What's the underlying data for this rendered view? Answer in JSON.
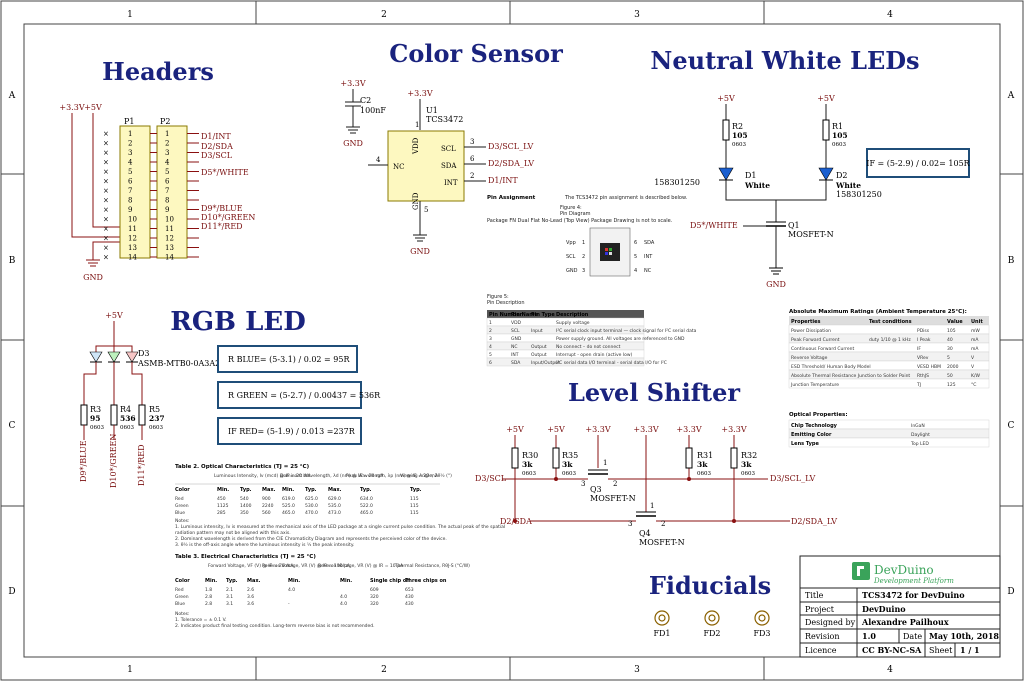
{
  "frame": {
    "cols": [
      "1",
      "2",
      "3",
      "4"
    ],
    "rows": [
      "A",
      "B",
      "C",
      "D"
    ]
  },
  "sections": {
    "headers": "Headers",
    "color_sensor": "Color Sensor",
    "neutral_white": "Neutral White LEDs",
    "rgb_led": "RGB LED",
    "level_shifter": "Level Shifter",
    "fiducials": "Fiducials"
  },
  "nets": {
    "v33": "+3.3V",
    "v5": "+5V",
    "gnd": "GND",
    "d1_int": "D1/INT",
    "d2_sda": "D2/SDA",
    "d3_scl": "D3/SCL",
    "d5_white": "D5*/WHITE",
    "d9_blue": "D9*/BLUE",
    "d10_green": "D10*/GREEN",
    "d11_red": "D11*/RED",
    "d3_scl_lv": "D3/SCL_LV",
    "d2_sda_lv": "D2/SDA_LV",
    "d1_int_sensor": "D1/INT"
  },
  "headers": {
    "p1": "P1",
    "p2": "P2",
    "pins": [
      "1",
      "2",
      "3",
      "4",
      "5",
      "6",
      "7",
      "8",
      "9",
      "10",
      "11",
      "12",
      "13",
      "14"
    ]
  },
  "sensor": {
    "ref": "U1",
    "part": "TCS3472",
    "pins": {
      "vdd": "VDD",
      "scl": "SCL",
      "sda": "SDA",
      "int": "INT",
      "nc": "NC",
      "gnd": "GND"
    },
    "pin_numbers": {
      "vdd": "1",
      "scl": "3",
      "sda": "6",
      "int": "2",
      "nc": "4",
      "gnd": "5"
    },
    "cap_ref": "C2",
    "cap_val": "100nF"
  },
  "white_leds": {
    "r2_ref": "R2",
    "r2_val": "105",
    "r1_ref": "R1",
    "r1_val": "105",
    "pkg": "0603",
    "d1_ref": "D1",
    "d1_color": "White",
    "d2_ref": "D2",
    "d2_color": "White",
    "part": "158301250",
    "q1_ref": "Q1",
    "q1_part": "MOSFET-N",
    "formula": "IF = (5-2.9) / 0.02= 105R"
  },
  "rgb": {
    "d3_ref": "D3",
    "d3_part": "ASMB-MTB0-0A3A2",
    "r3_ref": "R3",
    "r3_val": "95",
    "r4_ref": "R4",
    "r4_val": "536",
    "r5_ref": "R5",
    "r5_val": "237",
    "pkg": "0603",
    "f_blue": "R BLUE= (5-3.1) / 0.02 = 95R",
    "f_green": "R GREEN = (5-2.7) / 0.00437 = 536R",
    "f_red": "IF RED= (5-1.9) / 0.013 =237R"
  },
  "shifter": {
    "r30": "R30",
    "r35": "R35",
    "r31": "R31",
    "r32": "R32",
    "rval": "3k",
    "pkg": "0603",
    "q3": "Q3",
    "q4": "Q4",
    "mosfet": "MOSFET-N",
    "p1": "1",
    "p2": "2",
    "p3": "3"
  },
  "fiducials": [
    "FD1",
    "FD2",
    "FD3"
  ],
  "pin_assignment": {
    "title": "Pin Assignment",
    "intro": "The TCS3472 pin assignment is described below.",
    "fig1": "Figure 4:",
    "fig1b": "Pin Diagram",
    "pkg_note": "Package FN Dual Flat No-Lead (Top View) Package Drawing is not to scale.",
    "fig2": "Figure 5:",
    "fig2b": "Pin Description",
    "headers": [
      "Pin Number",
      "Pin Name",
      "Pin Type",
      "Description"
    ],
    "rows": [
      [
        "1",
        "VDD",
        "",
        "Supply voltage"
      ],
      [
        "2",
        "SCL",
        "Input",
        "I²C serial clock input terminal — clock signal for I²C serial data"
      ],
      [
        "3",
        "GND",
        "",
        "Power supply ground. All voltages are referenced to GND"
      ],
      [
        "4",
        "NC",
        "Output",
        "No connect – do not connect"
      ],
      [
        "5",
        "INT",
        "Output",
        "Interrupt - open drain (active low)"
      ],
      [
        "6",
        "SDA",
        "Input/Output",
        "I²C serial data I/O terminal - serial data I/O for I²C"
      ]
    ],
    "chip_left": [
      "Vpp",
      "SCL",
      "GND"
    ],
    "chip_right": [
      "SDA",
      "INT",
      "NC"
    ],
    "chip_left_n": [
      "1",
      "2",
      "3"
    ],
    "chip_right_n": [
      "6",
      "5",
      "4"
    ]
  },
  "abs_max": {
    "title": "Absolute Maximum Ratings (Ambient Temperature 25°C):",
    "headers": [
      "Properties",
      "Test conditions",
      "",
      "Value",
      "Unit"
    ],
    "rows": [
      [
        "Power Dissipation",
        "",
        "PDiss",
        "105",
        "mW"
      ],
      [
        "Peak Forward Current",
        "duty 1/10 @ 1 kHz",
        "I Peak",
        "40",
        "mA"
      ],
      [
        "Continuous Forward Current",
        "",
        "IF",
        "30",
        "mA"
      ],
      [
        "Reverse Voltage",
        "",
        "VRev",
        "5",
        "V"
      ],
      [
        "ESD Threshold/ Human Body Model",
        "",
        "VESD HBM",
        "2000",
        "V"
      ],
      [
        "Absolute Thermal Resistance Junction to Solder Point",
        "",
        "RthJS",
        "50",
        "K/W"
      ],
      [
        "Junction Temperature",
        "",
        "TJ",
        "125",
        "°C"
      ]
    ],
    "opt_title": "Optical Properties:",
    "opt_rows": [
      [
        "Chip Technology",
        "InGaN"
      ],
      [
        "Emitting Color",
        "Daylight"
      ],
      [
        "Lens Type",
        "Top LED"
      ]
    ]
  },
  "table2": {
    "title": "Table 2. Optical Characteristics (TJ = 25 °C)",
    "groups": [
      "Luminous Intensity, Iv (mcd) @ IF = 20 mA",
      "Dominant Wavelength, λd (nm) @ IF = 20 mA",
      "Peak Wavelength, λp (nm) @ IF = 20 mA",
      "Viewing Angle, 2θ½ (°)"
    ],
    "sub": [
      "Color",
      "Min.",
      "Typ.",
      "Max.",
      "Min.",
      "Typ.",
      "Max.",
      "Typ.",
      "Typ."
    ],
    "rows": [
      [
        "Red",
        "450",
        "540",
        "900",
        "619.0",
        "625.0",
        "629.0",
        "634.0",
        "115"
      ],
      [
        "Green",
        "1125",
        "1400",
        "2240",
        "525.0",
        "530.0",
        "535.0",
        "522.0",
        "115"
      ],
      [
        "Blue",
        "285",
        "350",
        "560",
        "465.0",
        "470.0",
        "473.0",
        "465.0",
        "115"
      ]
    ],
    "notes": [
      "Notes:",
      "1.   Luminous intensity, Iv is measured at the mechanical axis of the LED package at a single current pulse condition. The actual peak of the spatial",
      "      radiation pattern may not be aligned with this axis.",
      "2.   Dominant wavelength is derived from the CIE Chromaticity Diagram and represents the perceived color of the device.",
      "3.   θ½ is the off-axis angle where the luminous intensity is ½ the peak intensity."
    ]
  },
  "table3": {
    "title": "Table 3. Electrical Characteristics (TJ = 25 °C)",
    "groups": [
      "Forward Voltage, VF (V) @ IF = 20 mA",
      "Reverse Voltage, VR (V) @ IR = 100 µA",
      "Reverse Voltage, VR (V) @ IR = 10 µA",
      "Thermal Resistance, RθJ-S (°C/W)"
    ],
    "sub": [
      "Color",
      "Min.",
      "Typ.",
      "Max.",
      "Min.",
      "Min.",
      "Single chip on",
      "Three chips on"
    ],
    "rows": [
      [
        "Red",
        "1.8",
        "2.1",
        "2.6",
        "4.0",
        "",
        "609",
        "653"
      ],
      [
        "Green",
        "2.8",
        "3.1",
        "3.6",
        "",
        "4.0",
        "320",
        "430"
      ],
      [
        "Blue",
        "2.8",
        "3.1",
        "3.6",
        "-",
        "4.0",
        "320",
        "430"
      ]
    ],
    "notes": [
      "Notes:",
      "1.   Tolerance = ± 0.1 V.",
      "2.   Indicates product final testing condition. Long-term reverse bias is not recommended."
    ]
  },
  "title_block": {
    "logo_name": "DevDuino",
    "logo_tagline": "Development Platform",
    "title_label": "Title",
    "title_value": "TCS3472 for DevDuino",
    "project_label": "Project",
    "project_value": "DevDuino",
    "designer_label": "Designed by",
    "designer_value": "Alexandre Pailhoux",
    "revision_label": "Revision",
    "revision_value": "1.0",
    "date_label": "Date",
    "date_value": "May 10th, 2018",
    "licence_label": "Licence",
    "licence_value": "CC BY-NC-SA",
    "sheet_label": "Sheet",
    "sheet_value": "1  /  1"
  },
  "colors": {
    "title": "#1a237e",
    "net": "#7a1010",
    "box": "#1f4e79",
    "chip": "#fdf8c0",
    "chip_border": "#8a7a00",
    "logo": "#3aa35a"
  }
}
